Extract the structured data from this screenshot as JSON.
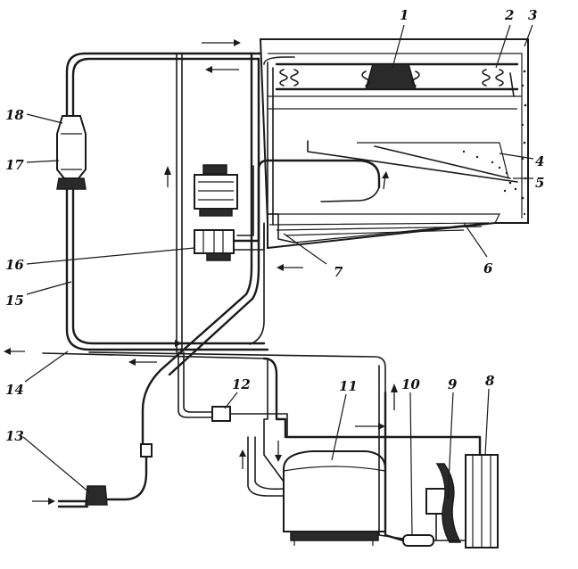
{
  "callouts": [
    {
      "id": "1",
      "text": "1"
    },
    {
      "id": "2",
      "text": "2"
    },
    {
      "id": "3",
      "text": "3"
    },
    {
      "id": "4",
      "text": "4"
    },
    {
      "id": "5",
      "text": "5"
    },
    {
      "id": "6",
      "text": "6"
    },
    {
      "id": "7",
      "text": "7"
    },
    {
      "id": "8",
      "text": "8"
    },
    {
      "id": "9",
      "text": "9"
    },
    {
      "id": "10",
      "text": "10"
    },
    {
      "id": "11",
      "text": "11"
    },
    {
      "id": "12",
      "text": "12"
    },
    {
      "id": "13",
      "text": "13"
    },
    {
      "id": "14",
      "text": "14"
    },
    {
      "id": "15",
      "text": "15"
    },
    {
      "id": "16",
      "text": "16"
    },
    {
      "id": "17",
      "text": "17"
    },
    {
      "id": "18",
      "text": "18"
    }
  ],
  "colors": {
    "ink": "#1a1a1a",
    "paper": "#ffffff"
  }
}
